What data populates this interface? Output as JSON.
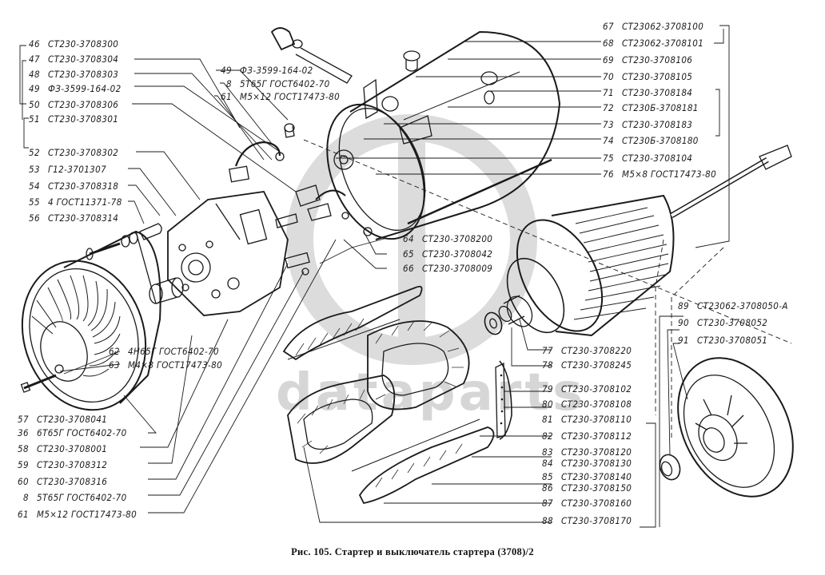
{
  "figure": {
    "caption": "Рис. 105. Стартер и выключатель стартера (3708)/2",
    "watermark": "dataparts",
    "line_color": "#1a1a1a",
    "watermark_color": "#d6d6d6"
  },
  "labels_left": [
    {
      "num": "46",
      "code": "СТ230-3708300"
    },
    {
      "num": "47",
      "code": "СТ230-3708304"
    },
    {
      "num": "48",
      "code": "СТ230-3708303"
    },
    {
      "num": "49",
      "code": "ФЗ-3599-164-02"
    },
    {
      "num": "50",
      "code": "СТ230-3708306"
    },
    {
      "num": "51",
      "code": "СТ230-3708301"
    },
    {
      "num": "52",
      "code": "СТ230-3708302"
    },
    {
      "num": "53",
      "code": "Г12-3701307"
    },
    {
      "num": "54",
      "code": "СТ230-3708318"
    },
    {
      "num": "55",
      "code": "4 ГОСТ11371-78"
    },
    {
      "num": "56",
      "code": "СТ230-3708314"
    }
  ],
  "labels_top_mid": [
    {
      "num": "49",
      "code": "ФЗ-3599-164-02"
    },
    {
      "num": "8",
      "code": "5Т65Г ГОСТ6402-70"
    },
    {
      "num": "61",
      "code": "М5×12 ГОСТ17473-80"
    }
  ],
  "labels_mid_small": [
    {
      "num": "62",
      "code": "4Н65Г ГОСТ6402-70"
    },
    {
      "num": "63",
      "code": "М4×8 ГОСТ17473-80"
    }
  ],
  "labels_bottom_left": [
    {
      "num": "57",
      "code": "СТ230-3708041"
    },
    {
      "num": "36",
      "code": "6Т65Г ГОСТ6402-70"
    },
    {
      "num": "58",
      "code": "СТ230-3708001"
    },
    {
      "num": "59",
      "code": "СТ230-3708312"
    },
    {
      "num": "60",
      "code": "СТ230-3708316"
    },
    {
      "num": "8",
      "code": "5Т65Г ГОСТ6402-70"
    },
    {
      "num": "61",
      "code": "М5×12 ГОСТ17473-80"
    }
  ],
  "labels_center": [
    {
      "num": "64",
      "code": "СТ230-3708200"
    },
    {
      "num": "65",
      "code": "СТ230-3708042"
    },
    {
      "num": "66",
      "code": "СТ230-3708009"
    }
  ],
  "labels_right_top": [
    {
      "num": "67",
      "code": "СТ23062-3708100"
    },
    {
      "num": "68",
      "code": "СТ23062-3708101"
    },
    {
      "num": "69",
      "code": "СТ230-3708106"
    },
    {
      "num": "70",
      "code": "СТ230-3708105"
    },
    {
      "num": "71",
      "code": "СТ230-3708184"
    },
    {
      "num": "72",
      "code": "СТ230Б-3708181"
    },
    {
      "num": "73",
      "code": "СТ230-3708183"
    },
    {
      "num": "74",
      "code": "СТ230Б-3708180"
    },
    {
      "num": "75",
      "code": "СТ230-3708104"
    },
    {
      "num": "76",
      "code": "М5×8 ГОСТ17473-80"
    }
  ],
  "labels_right_cover": [
    {
      "num": "89",
      "code": "СТ23062-3708050-А"
    },
    {
      "num": "90",
      "code": "СТ230-3708052"
    },
    {
      "num": "91",
      "code": "СТ230-3708051"
    }
  ],
  "labels_right_bottom": [
    {
      "num": "77",
      "code": "СТ230-3708220"
    },
    {
      "num": "78",
      "code": "СТ230-3708245"
    },
    {
      "num": "79",
      "code": "СТ230-3708102"
    },
    {
      "num": "80",
      "code": "СТ230-3708108"
    },
    {
      "num": "81",
      "code": "СТ230-3708110"
    },
    {
      "num": "82",
      "code": "СТ230-3708112"
    },
    {
      "num": "83",
      "code": "СТ230-3708120"
    },
    {
      "num": "84",
      "code": "СТ230-3708130"
    },
    {
      "num": "85",
      "code": "СТ230-3708140"
    },
    {
      "num": "86",
      "code": "СТ230-3708150"
    },
    {
      "num": "87",
      "code": "СТ230-3708160"
    },
    {
      "num": "88",
      "code": "СТ230-3708170"
    }
  ]
}
